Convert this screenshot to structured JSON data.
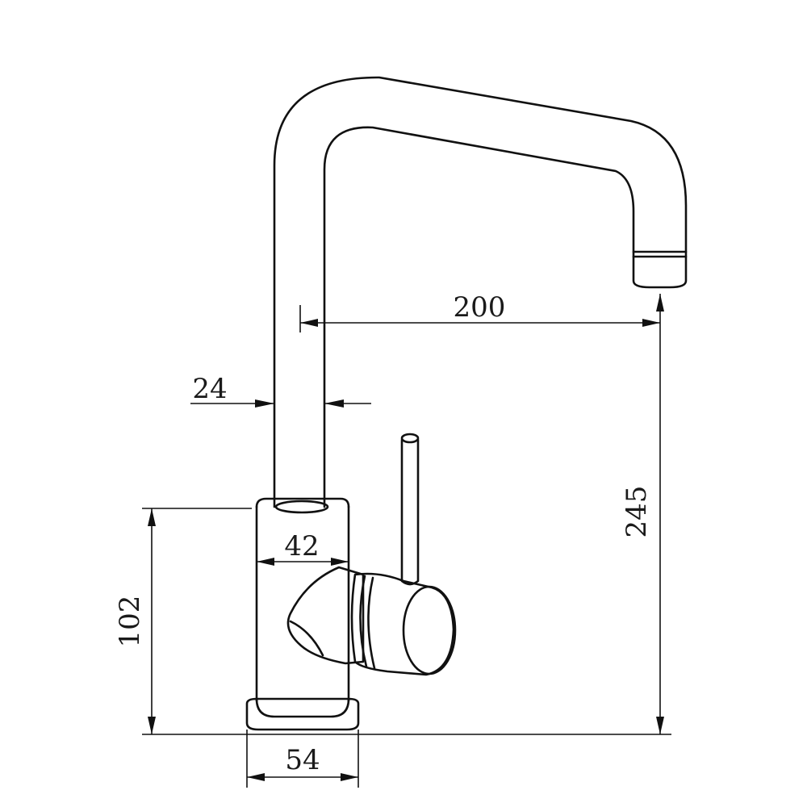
{
  "diagram": {
    "dimensions": {
      "spout_reach": "200",
      "spout_diameter": "24",
      "body_diameter": "42",
      "body_height": "102",
      "total_height": "245",
      "base_diameter": "54"
    },
    "colors": {
      "line": "#111111",
      "background": "#ffffff"
    }
  }
}
